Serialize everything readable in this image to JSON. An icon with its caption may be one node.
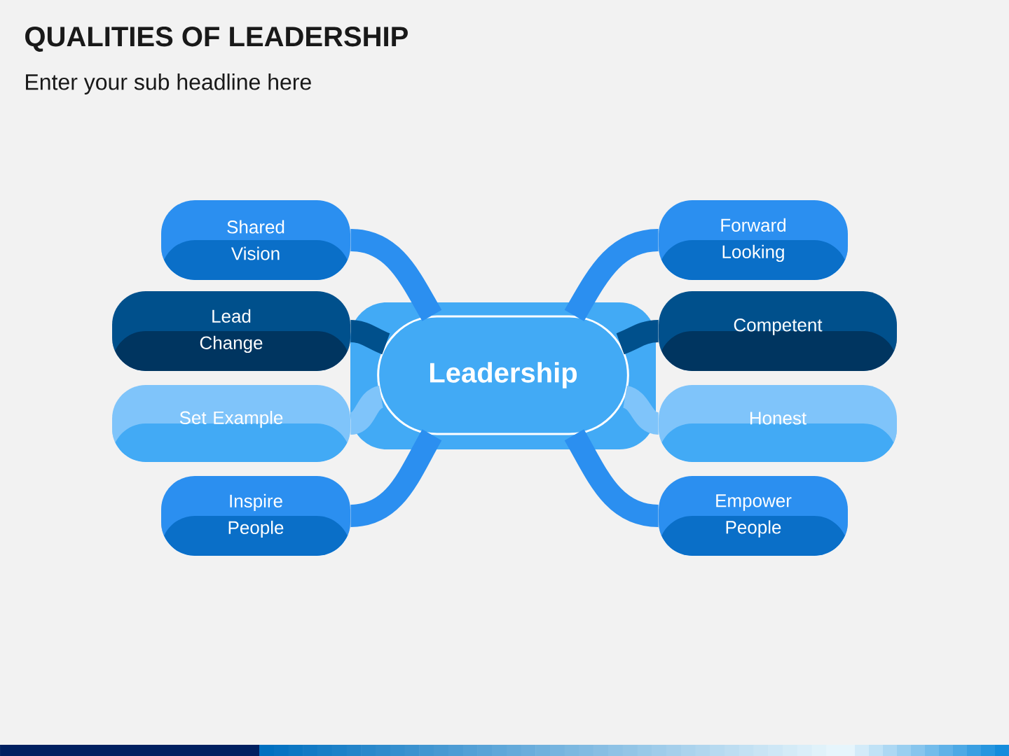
{
  "diagram": {
    "title": "QUALITIES OF LEADERSHIP",
    "nodes": [
      {
        "text": [
          "Leadership"
        ]
      },
      {
        "text": [
          "Shared Vision"
        ]
      },
      {
        "text": [
          "Lead Change"
        ]
      },
      {
        "text": [
          "Set Example"
        ]
      },
      {
        "text": [
          "Inspire People"
        ]
      },
      {
        "text": [
          "Forward Looking"
        ]
      },
      {
        "text": [
          "Competent"
        ]
      },
      {
        "text": [
          "Honest"
        ]
      },
      {
        "text": [
          "Empower People"
        ]
      }
    ],
    "edges": [
      {
        "from": 0,
        "to": 1,
        "arrow": "none"
      },
      {
        "from": 0,
        "to": 2,
        "arrow": "none",
        "color": "#00508c"
      },
      {
        "from": 0,
        "to": 3,
        "arrow": "none",
        "color": "#7fc4fa"
      },
      {
        "from": 0,
        "to": 4,
        "arrow": "none"
      },
      {
        "from": 0,
        "to": 5,
        "arrow": "none"
      },
      {
        "from": 0,
        "to": 6,
        "arrow": "none",
        "color": "#00508c"
      },
      {
        "from": 0,
        "to": 7,
        "arrow": "none",
        "color": "#7fc4fa"
      },
      {
        "from": 0,
        "to": 8,
        "arrow": "none"
      }
    ],
    "labels": [
      "Enter your sub headline here"
    ]
  }
}
